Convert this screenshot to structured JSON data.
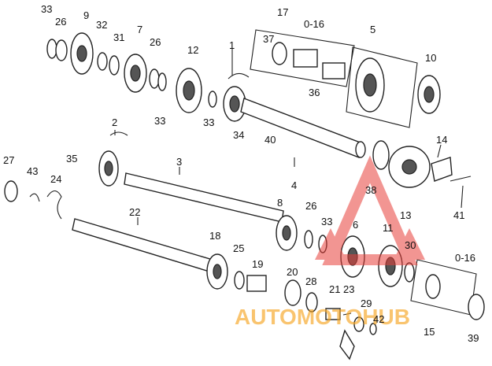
{
  "labels": [
    {
      "id": "33",
      "text": "33"
    },
    {
      "id": "26",
      "text": "26"
    },
    {
      "id": "9",
      "text": "9"
    },
    {
      "id": "32",
      "text": "32"
    },
    {
      "id": "31",
      "text": "31"
    },
    {
      "id": "7",
      "text": "7"
    },
    {
      "id": "26b",
      "text": "26"
    },
    {
      "id": "12",
      "text": "12"
    },
    {
      "id": "1",
      "text": "1"
    },
    {
      "id": "17",
      "text": "17"
    },
    {
      "id": "16",
      "text": "0-16"
    },
    {
      "id": "37",
      "text": "37"
    },
    {
      "id": "5",
      "text": "5"
    },
    {
      "id": "10",
      "text": "10"
    },
    {
      "id": "36",
      "text": "36"
    },
    {
      "id": "33b",
      "text": "33"
    },
    {
      "id": "33c",
      "text": "33"
    },
    {
      "id": "34",
      "text": "34"
    },
    {
      "id": "40",
      "text": "40"
    },
    {
      "id": "2",
      "text": "2"
    },
    {
      "id": "27",
      "text": "27"
    },
    {
      "id": "43",
      "text": "43"
    },
    {
      "id": "24",
      "text": "24"
    },
    {
      "id": "35",
      "text": "35"
    },
    {
      "id": "3",
      "text": "3"
    },
    {
      "id": "4",
      "text": "4"
    },
    {
      "id": "14",
      "text": "14"
    },
    {
      "id": "38",
      "text": "38"
    },
    {
      "id": "13",
      "text": "13"
    },
    {
      "id": "41",
      "text": "41"
    },
    {
      "id": "22",
      "text": "22"
    },
    {
      "id": "8",
      "text": "8"
    },
    {
      "id": "26c",
      "text": "26"
    },
    {
      "id": "33d",
      "text": "33"
    },
    {
      "id": "6",
      "text": "6"
    },
    {
      "id": "11",
      "text": "11"
    },
    {
      "id": "18",
      "text": "18"
    },
    {
      "id": "25",
      "text": "25"
    },
    {
      "id": "19",
      "text": "19"
    },
    {
      "id": "30",
      "text": "30"
    },
    {
      "id": "16b",
      "text": "0-16"
    },
    {
      "id": "20",
      "text": "20"
    },
    {
      "id": "28",
      "text": "28"
    },
    {
      "id": "21",
      "text": "21"
    },
    {
      "id": "23",
      "text": "23"
    },
    {
      "id": "29",
      "text": "29"
    },
    {
      "id": "42",
      "text": "42"
    },
    {
      "id": "15",
      "text": "15"
    },
    {
      "id": "39",
      "text": "39"
    }
  ],
  "watermark": {
    "text": "AUTOMOTOHUB",
    "color": "#e8403a",
    "accent": "#f6a623"
  }
}
